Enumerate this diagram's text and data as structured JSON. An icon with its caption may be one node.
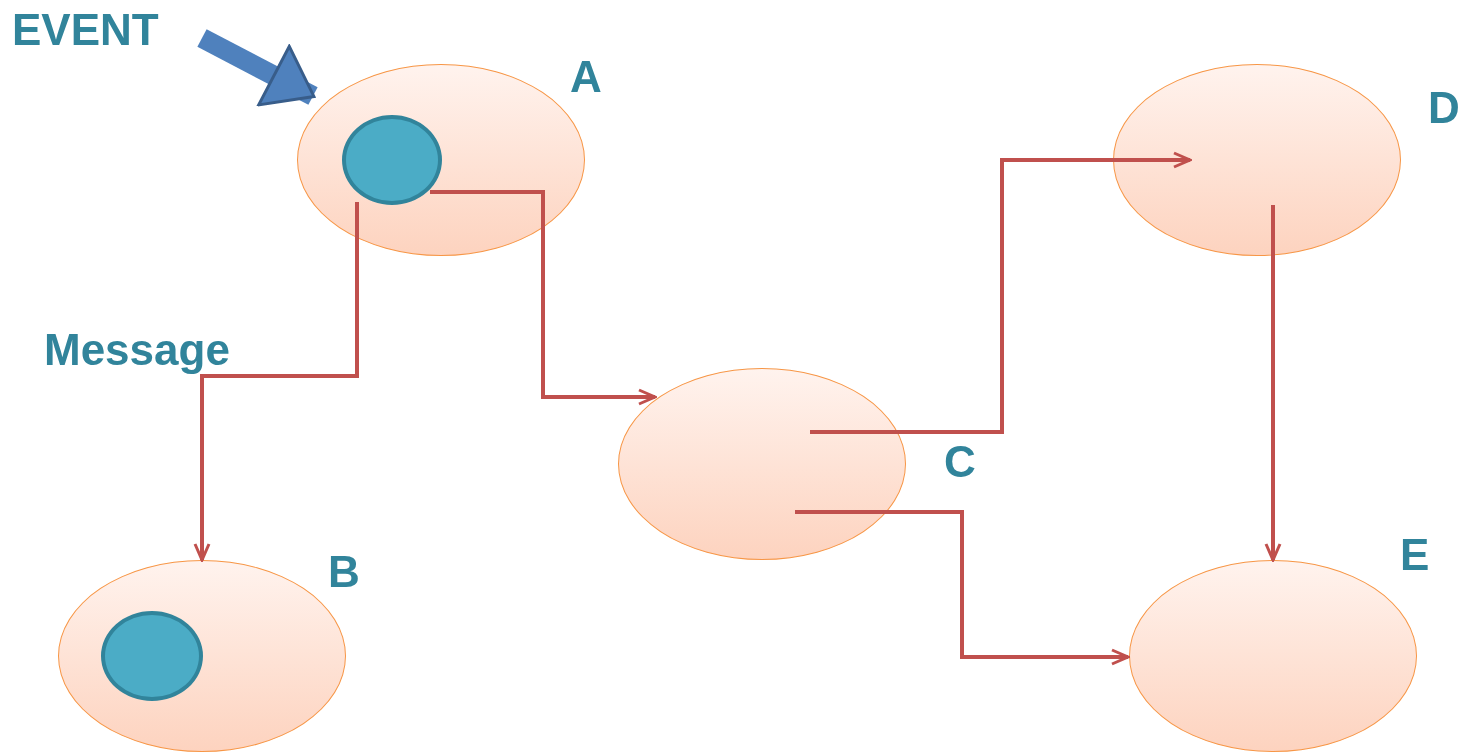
{
  "diagram": {
    "nodes": [
      {
        "text": [
          "A"
        ]
      },
      {
        "text": [],
        "shape": "circle",
        "in": 0
      },
      {
        "text": [
          "B"
        ]
      },
      {
        "text": [],
        "shape": "circle",
        "in": 2
      },
      {
        "text": [
          "C"
        ]
      },
      {
        "text": [
          "D"
        ]
      },
      {
        "text": [
          "E"
        ]
      },
      {
        "text": [
          "EVENT"
        ]
      }
    ],
    "edges": [
      {
        "from": 7,
        "to": 0,
        "arrow": "to",
        "style": "thick",
        "color": "#4f81bd"
      },
      {
        "from": 1,
        "to": 2,
        "arrow": "to",
        "label": "Message"
      },
      {
        "from": 1,
        "to": 4,
        "arrow": "to"
      },
      {
        "from": 4,
        "to": 5,
        "arrow": "to"
      },
      {
        "from": 4,
        "to": 6,
        "arrow": "to"
      },
      {
        "from": 5,
        "to": 6,
        "arrow": "to"
      }
    ]
  }
}
